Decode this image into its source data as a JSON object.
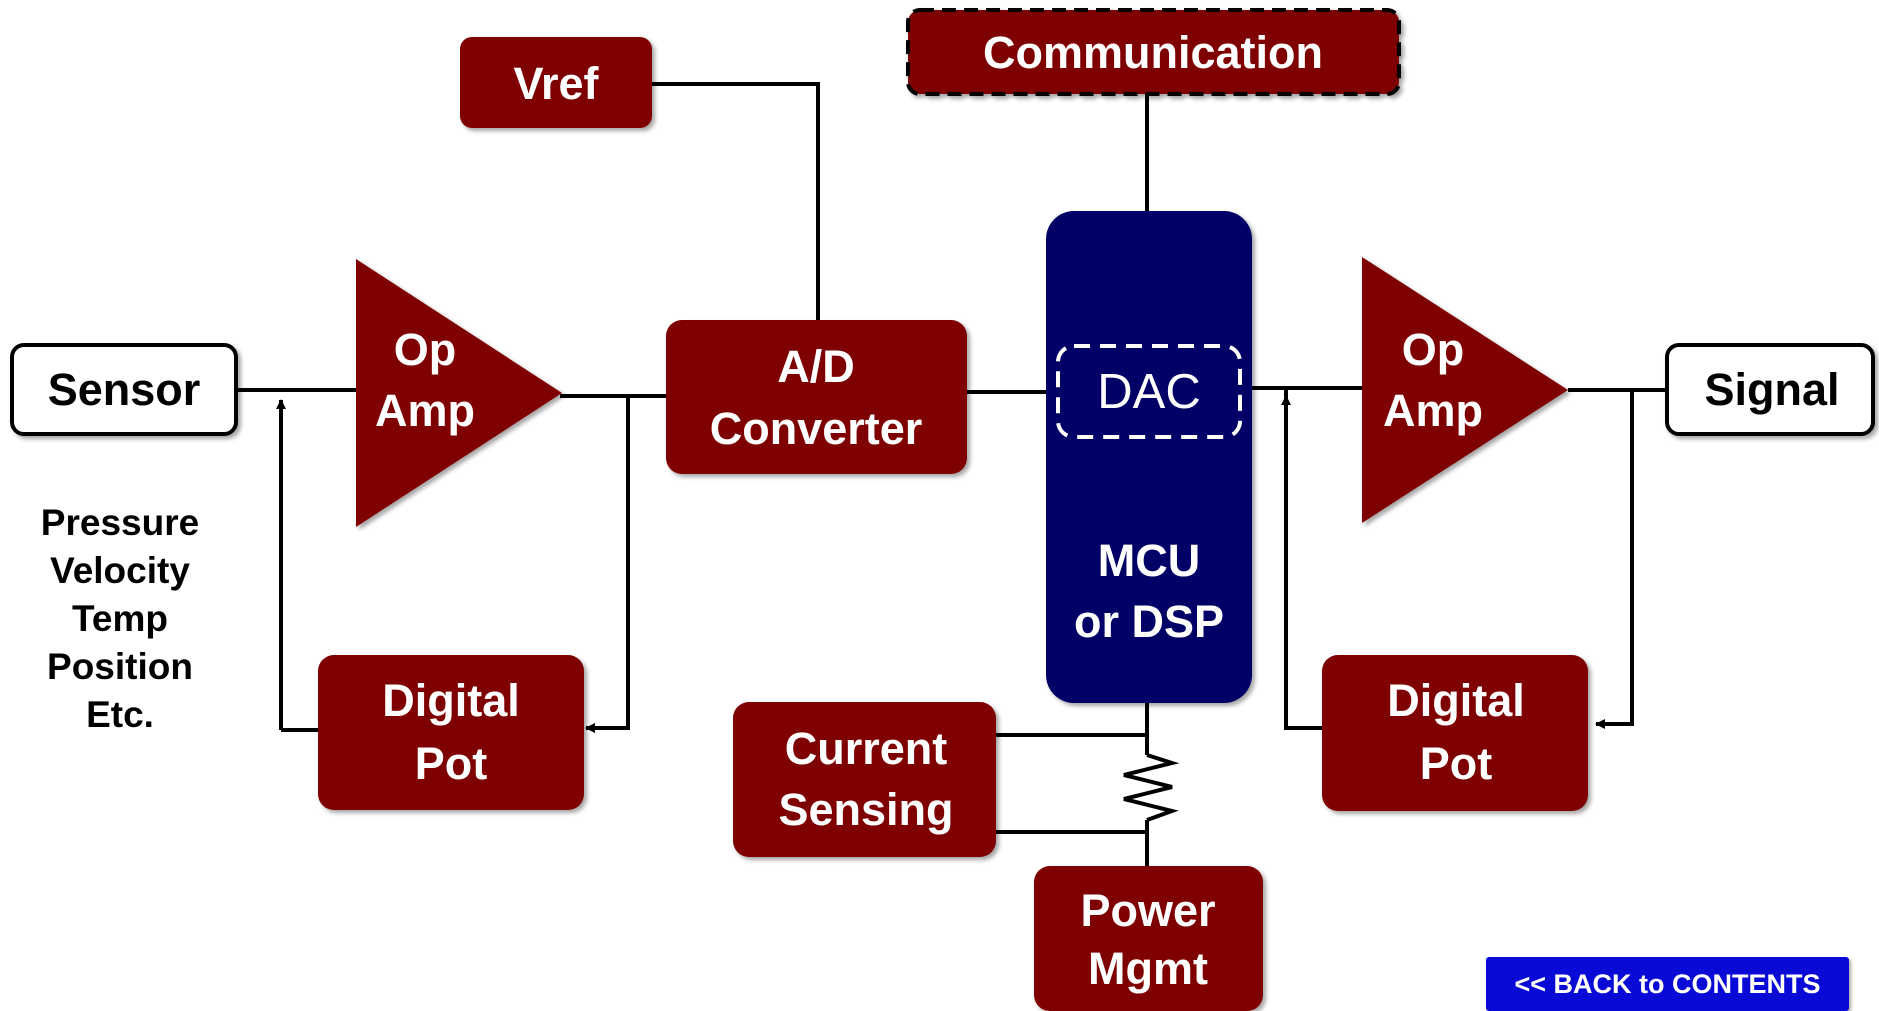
{
  "blocks": {
    "sensor": "Sensor",
    "signal": "Signal",
    "vref": "Vref",
    "communication": "Communication",
    "opamp_left": [
      "Op",
      "Amp"
    ],
    "opamp_right": [
      "Op",
      "Amp"
    ],
    "adc": [
      "A/D",
      "Converter"
    ],
    "dac": "DAC",
    "mcu": [
      "MCU",
      "or DSP"
    ],
    "digital_pot_left": [
      "Digital",
      "Pot"
    ],
    "digital_pot_right": [
      "Digital",
      "Pot"
    ],
    "current_sensing": [
      "Current",
      "Sensing"
    ],
    "power_mgmt": [
      "Power",
      "Mgmt"
    ]
  },
  "sensor_types": [
    "Pressure",
    "Velocity",
    "Temp",
    "Position",
    "Etc."
  ],
  "nav": {
    "back_label": "<< BACK to CONTENTS"
  },
  "colors": {
    "block_fill": "#7f0000",
    "mcu_fill": "#000066",
    "line": "#000000",
    "button": "#0a0ad6"
  }
}
